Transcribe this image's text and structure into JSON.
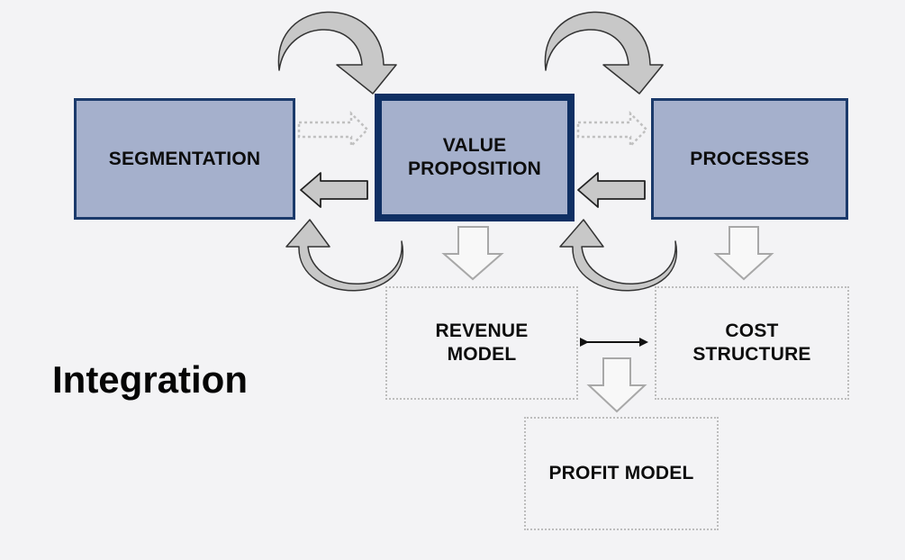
{
  "title": "Integration",
  "nodes": {
    "segmentation": [
      "SEGMENTATION"
    ],
    "value_proposition": [
      "VALUE",
      "PROPOSITION"
    ],
    "processes": [
      "PROCESSES"
    ],
    "revenue_model": [
      "REVENUE",
      "MODEL"
    ],
    "cost_structure": [
      "COST",
      "STRUCTURE"
    ],
    "profit_model": [
      "PROFIT MODEL"
    ]
  },
  "colors": {
    "box_fill": "#a5b0cc",
    "box_border": "#1b3a6b",
    "emphasis_border": "#0f2f63",
    "arrow_fill": "#c8c8c8",
    "dotted": "#bdbdbd",
    "background": "#f3f3f5"
  }
}
